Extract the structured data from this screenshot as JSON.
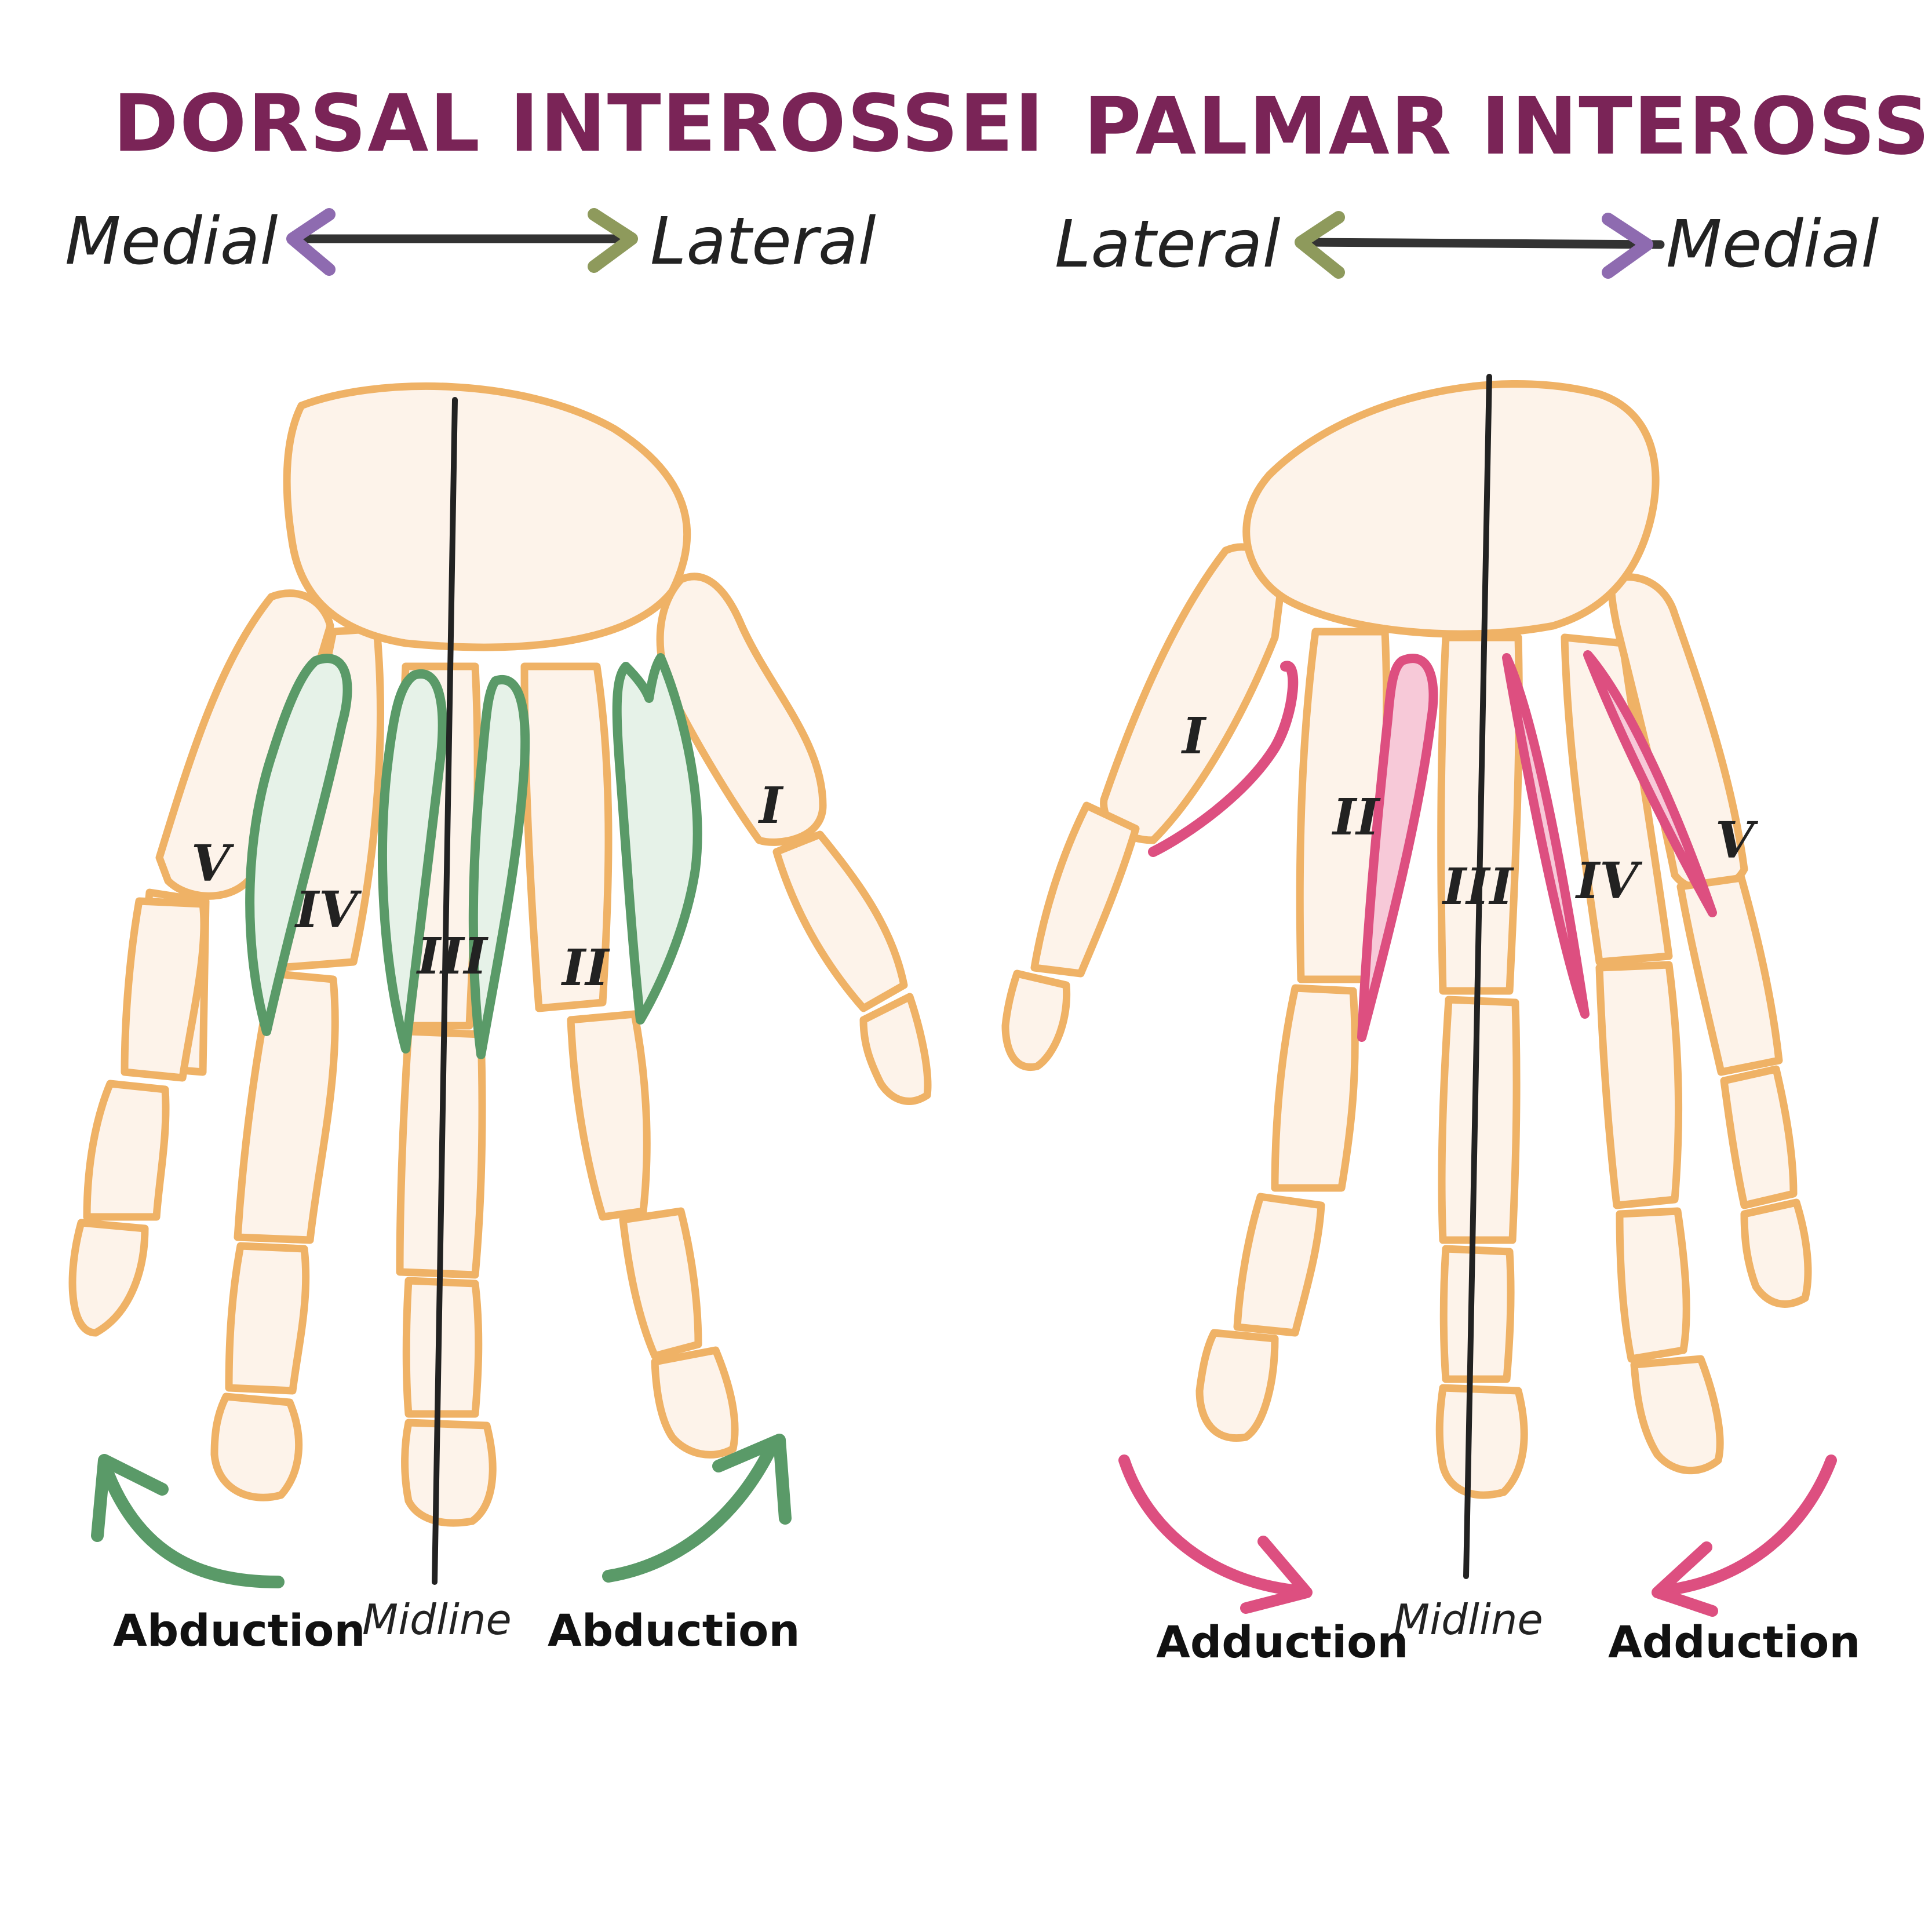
{
  "colors": {
    "title": "#7a2457",
    "bone_outline": "#efb266",
    "bone_fill": "#fdf3ea",
    "dorsal_muscle": "#5a9a68",
    "palmar_muscle": "#dd4f80",
    "medial_arrow": "#8e6bb0",
    "lateral_arrow": "#8e9a5c",
    "ink": "#222222"
  },
  "dorsal": {
    "title": "DORSAL INTEROSSEI",
    "left_direction": "Medial",
    "right_direction": "Lateral",
    "numerals": [
      "I",
      "II",
      "III",
      "IV",
      "V"
    ],
    "left_action": "Abduction",
    "right_action": "Abduction",
    "midline": "Midline"
  },
  "palmar": {
    "title": "PALMAR INTEROSSEI",
    "left_direction": "Lateral",
    "right_direction": "Medial",
    "numerals": [
      "I",
      "II",
      "III",
      "IV",
      "V"
    ],
    "left_action": "Adduction",
    "right_action": "Adduction",
    "midline": "Midline"
  }
}
